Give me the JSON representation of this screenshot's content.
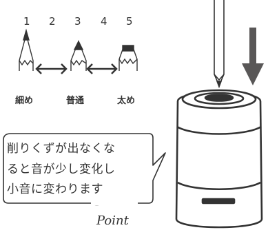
{
  "scale": {
    "numbers": [
      "1",
      "2",
      "3",
      "4",
      "5"
    ],
    "labels": [
      "細め",
      "普通",
      "太め"
    ]
  },
  "note": {
    "lines": [
      "削りくずが出なくな",
      "ると音が少し変化し",
      "小音に変わります"
    ],
    "tag": "Point"
  },
  "colors": {
    "ink": "#333333",
    "fill": "#ffffff",
    "accent_arrow": "#595757"
  },
  "icons": [
    "pencil-icon",
    "double-arrow-icon",
    "down-arrow-icon",
    "sharpener-icon"
  ]
}
